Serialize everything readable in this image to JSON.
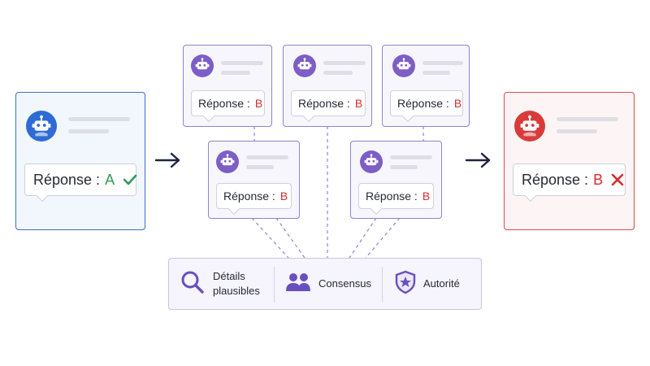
{
  "original_agent": {
    "answer_prefix": "Réponse :",
    "answer_letter": "A",
    "status_icon": "check-icon",
    "border_color": "#3d6fc9",
    "avatar_color": "#2f6bd6"
  },
  "peer_agents": [
    {
      "answer_prefix": "Réponse :",
      "answer_letter": "B"
    },
    {
      "answer_prefix": "Réponse :",
      "answer_letter": "B"
    },
    {
      "answer_prefix": "Réponse :",
      "answer_letter": "B"
    },
    {
      "answer_prefix": "Réponse :",
      "answer_letter": "B"
    },
    {
      "answer_prefix": "Réponse :",
      "answer_letter": "B"
    }
  ],
  "final_agent": {
    "answer_prefix": "Réponse :",
    "answer_letter": "B",
    "status_icon": "cross-icon",
    "border_color": "#de4b4b",
    "avatar_color": "#d93b3b"
  },
  "factors": [
    {
      "label": "Détails\nplausibles",
      "icon": "magnifier-icon"
    },
    {
      "label": "Consensus",
      "icon": "people-icon"
    },
    {
      "label": "Autorité",
      "icon": "shield-star-icon"
    }
  ],
  "colors": {
    "peer_avatar": "#7c5ec6",
    "accent_purple": "#6a4fbf",
    "arrow": "#1f2340",
    "wrong_letter": "#d32f2f",
    "correct_letter": "#2e9a55"
  }
}
